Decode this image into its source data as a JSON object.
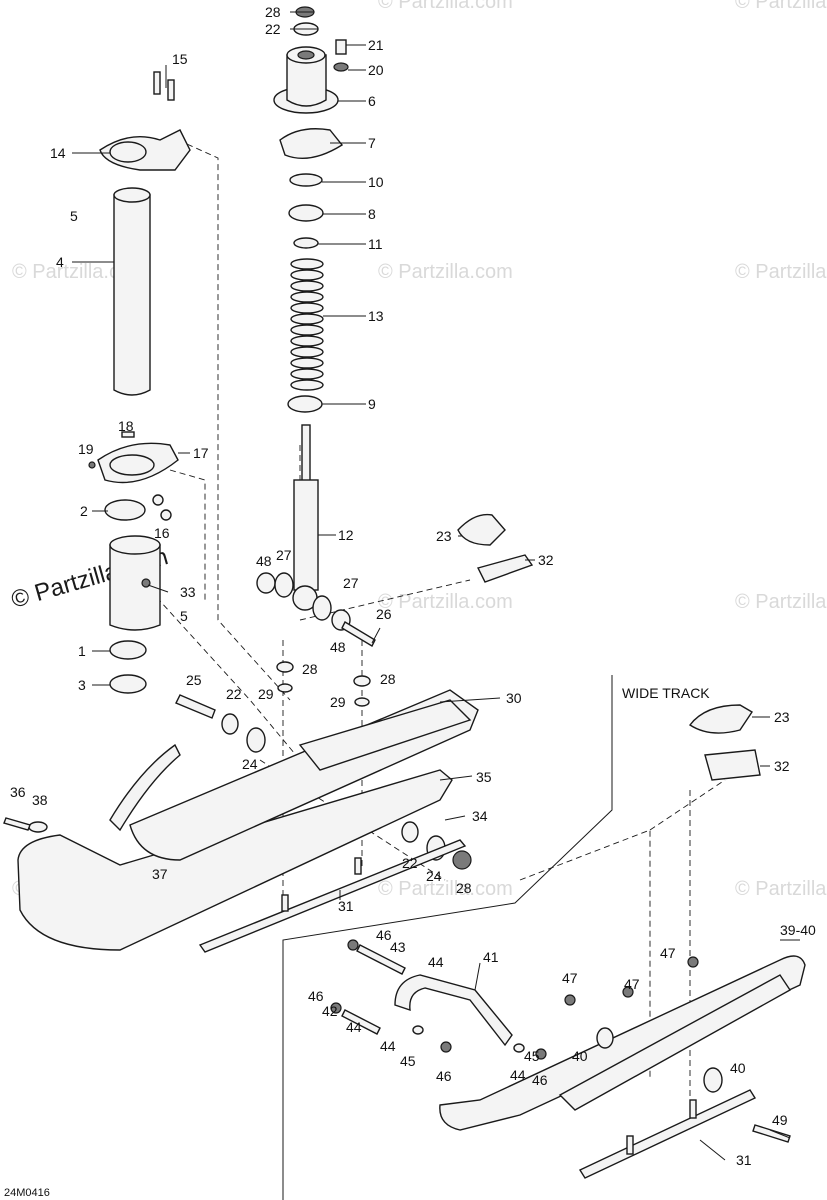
{
  "watermark": {
    "small": "© Partzilla.com",
    "large": "© Partzilla.com"
  },
  "drawing_code": "24M0416",
  "inset_title": "WIDE TRACK",
  "callouts": [
    {
      "id": "c28a",
      "text": "28"
    },
    {
      "id": "c22a",
      "text": "22"
    },
    {
      "id": "c21",
      "text": "21"
    },
    {
      "id": "c20",
      "text": "20"
    },
    {
      "id": "c6",
      "text": "6"
    },
    {
      "id": "c7",
      "text": "7"
    },
    {
      "id": "c10",
      "text": "10"
    },
    {
      "id": "c8",
      "text": "8"
    },
    {
      "id": "c11",
      "text": "11"
    },
    {
      "id": "c13",
      "text": "13"
    },
    {
      "id": "c9",
      "text": "9"
    },
    {
      "id": "c12",
      "text": "12"
    },
    {
      "id": "c15",
      "text": "15"
    },
    {
      "id": "c14",
      "text": "14"
    },
    {
      "id": "c5a",
      "text": "5"
    },
    {
      "id": "c4",
      "text": "4"
    },
    {
      "id": "c18",
      "text": "18"
    },
    {
      "id": "c19",
      "text": "19"
    },
    {
      "id": "c17",
      "text": "17"
    },
    {
      "id": "c2",
      "text": "2"
    },
    {
      "id": "c16",
      "text": "16"
    },
    {
      "id": "c33",
      "text": "33"
    },
    {
      "id": "c5b",
      "text": "5"
    },
    {
      "id": "c1",
      "text": "1"
    },
    {
      "id": "c3",
      "text": "3"
    },
    {
      "id": "c23a",
      "text": "23"
    },
    {
      "id": "c32a",
      "text": "32"
    },
    {
      "id": "c48a",
      "text": "48"
    },
    {
      "id": "c27a",
      "text": "27"
    },
    {
      "id": "c27b",
      "text": "27"
    },
    {
      "id": "c26",
      "text": "26"
    },
    {
      "id": "c48b",
      "text": "48"
    },
    {
      "id": "c28b",
      "text": "28"
    },
    {
      "id": "c28c",
      "text": "28"
    },
    {
      "id": "c29a",
      "text": "29"
    },
    {
      "id": "c29b",
      "text": "29"
    },
    {
      "id": "c30",
      "text": "30"
    },
    {
      "id": "c25",
      "text": "25"
    },
    {
      "id": "c22b",
      "text": "22"
    },
    {
      "id": "c24a",
      "text": "24"
    },
    {
      "id": "c35",
      "text": "35"
    },
    {
      "id": "c36",
      "text": "36"
    },
    {
      "id": "c38",
      "text": "38"
    },
    {
      "id": "c34",
      "text": "34"
    },
    {
      "id": "c22c",
      "text": "22"
    },
    {
      "id": "c24b",
      "text": "24"
    },
    {
      "id": "c28d",
      "text": "28"
    },
    {
      "id": "c37",
      "text": "37"
    },
    {
      "id": "c31a",
      "text": "31"
    },
    {
      "id": "c23b",
      "text": "23"
    },
    {
      "id": "c32b",
      "text": "32"
    },
    {
      "id": "c3940",
      "text": "39-40"
    },
    {
      "id": "c46a",
      "text": "46"
    },
    {
      "id": "c43",
      "text": "43"
    },
    {
      "id": "c44a",
      "text": "44"
    },
    {
      "id": "c41",
      "text": "41"
    },
    {
      "id": "c46b",
      "text": "46"
    },
    {
      "id": "c42",
      "text": "42"
    },
    {
      "id": "c44b",
      "text": "44"
    },
    {
      "id": "c47a",
      "text": "47"
    },
    {
      "id": "c47b",
      "text": "47"
    },
    {
      "id": "c47c",
      "text": "47"
    },
    {
      "id": "c40a",
      "text": "40"
    },
    {
      "id": "c45a",
      "text": "45"
    },
    {
      "id": "c44c",
      "text": "44"
    },
    {
      "id": "c45b",
      "text": "45"
    },
    {
      "id": "c46c",
      "text": "46"
    },
    {
      "id": "c44d",
      "text": "44"
    },
    {
      "id": "c46d",
      "text": "46"
    },
    {
      "id": "c40b",
      "text": "40"
    },
    {
      "id": "c49",
      "text": "49"
    },
    {
      "id": "c31b",
      "text": "31"
    }
  ]
}
